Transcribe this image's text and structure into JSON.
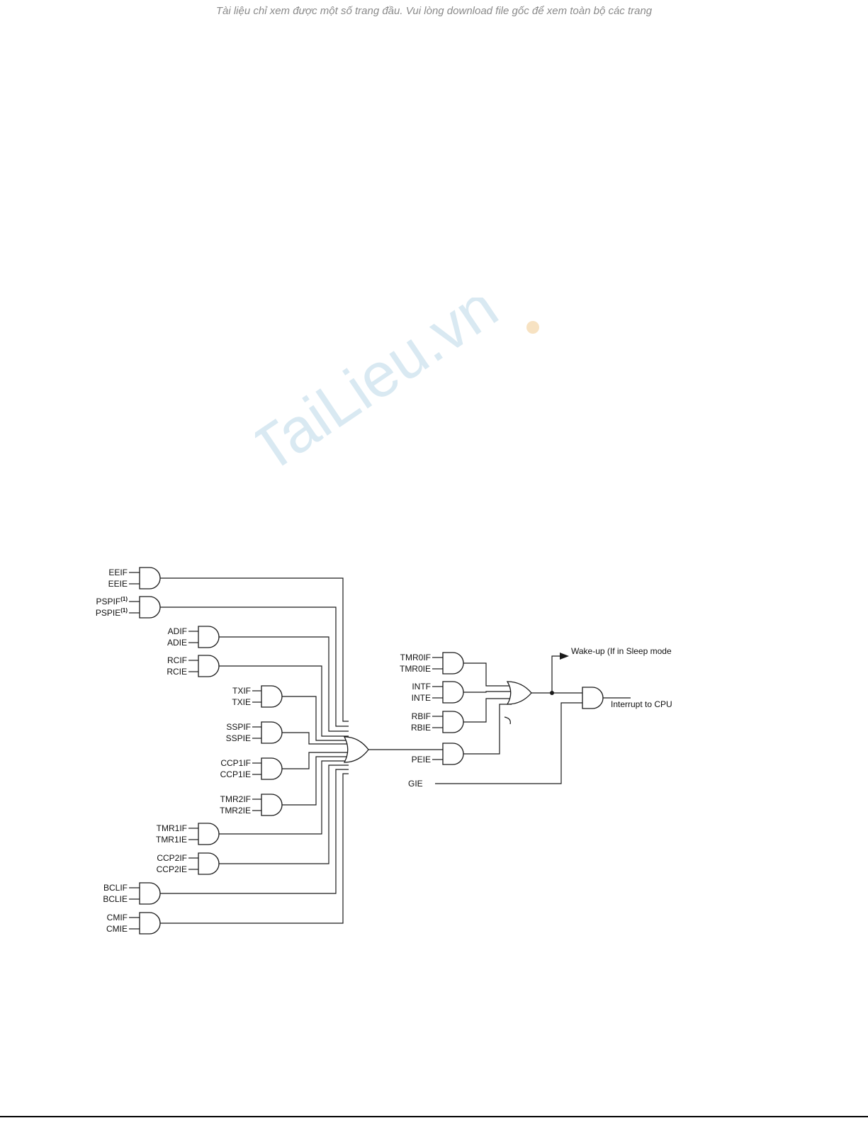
{
  "banner": "Tài liệu chỉ xem được một số trang đầu. Vui lòng download file gốc để xem toàn bộ các trang",
  "watermark": "TaiLieu.vn",
  "colors": {
    "watermark": "#cfe3ef",
    "wire": "#1a1a1a",
    "banner": "#8a8a8a"
  },
  "diagram": {
    "peripheral_gates": [
      {
        "flag": "EEIF",
        "enable": "EEIE"
      },
      {
        "flag": "PSPIF",
        "flag_sup": "(1)",
        "enable": "PSPIE",
        "enable_sup": "(1)"
      },
      {
        "flag": "ADIF",
        "enable": "ADIE"
      },
      {
        "flag": "RCIF",
        "enable": "RCIE"
      },
      {
        "flag": "TXIF",
        "enable": "TXIE"
      },
      {
        "flag": "SSPIF",
        "enable": "SSPIE"
      },
      {
        "flag": "CCP1IF",
        "enable": "CCP1IE"
      },
      {
        "flag": "TMR2IF",
        "enable": "TMR2IE"
      },
      {
        "flag": "TMR1IF",
        "enable": "TMR1IE"
      },
      {
        "flag": "CCP2IF",
        "enable": "CCP2IE"
      },
      {
        "flag": "BCLIF",
        "enable": "BCLIE"
      },
      {
        "flag": "CMIF",
        "enable": "CMIE"
      }
    ],
    "core_gates": [
      {
        "flag": "TMR0IF",
        "enable": "TMR0IE"
      },
      {
        "flag": "INTF",
        "enable": "INTE"
      },
      {
        "flag": "RBIF",
        "enable": "RBIE"
      }
    ],
    "peie_label": "PEIE",
    "gie_label": "GIE",
    "wakeup_label": "Wake-up (If in Sleep mode",
    "cpu_label": "Interrupt to CPU"
  }
}
